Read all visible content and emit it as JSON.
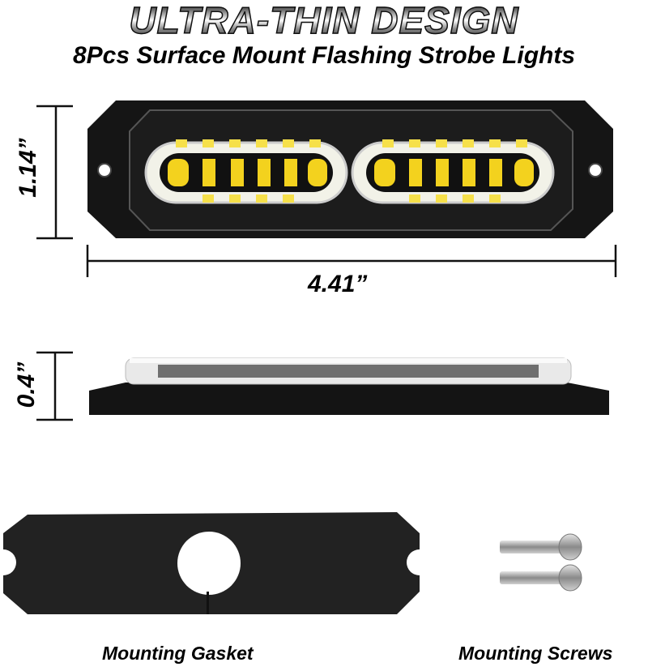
{
  "header": {
    "title": "ULTRA-THIN DESIGN",
    "subtitle": "8Pcs Surface Mount Flashing Strobe Lights"
  },
  "dimensions": {
    "height": "1.14”",
    "length": "4.41”",
    "thickness": "0.4”"
  },
  "accessories": {
    "gasket_label": "Mounting Gasket",
    "screws_label": "Mounting Screws"
  },
  "colors": {
    "led_yellow": "#f3d21e",
    "led_white": "#f6f6ee",
    "housing": "#151515",
    "gasket": "#222222"
  }
}
